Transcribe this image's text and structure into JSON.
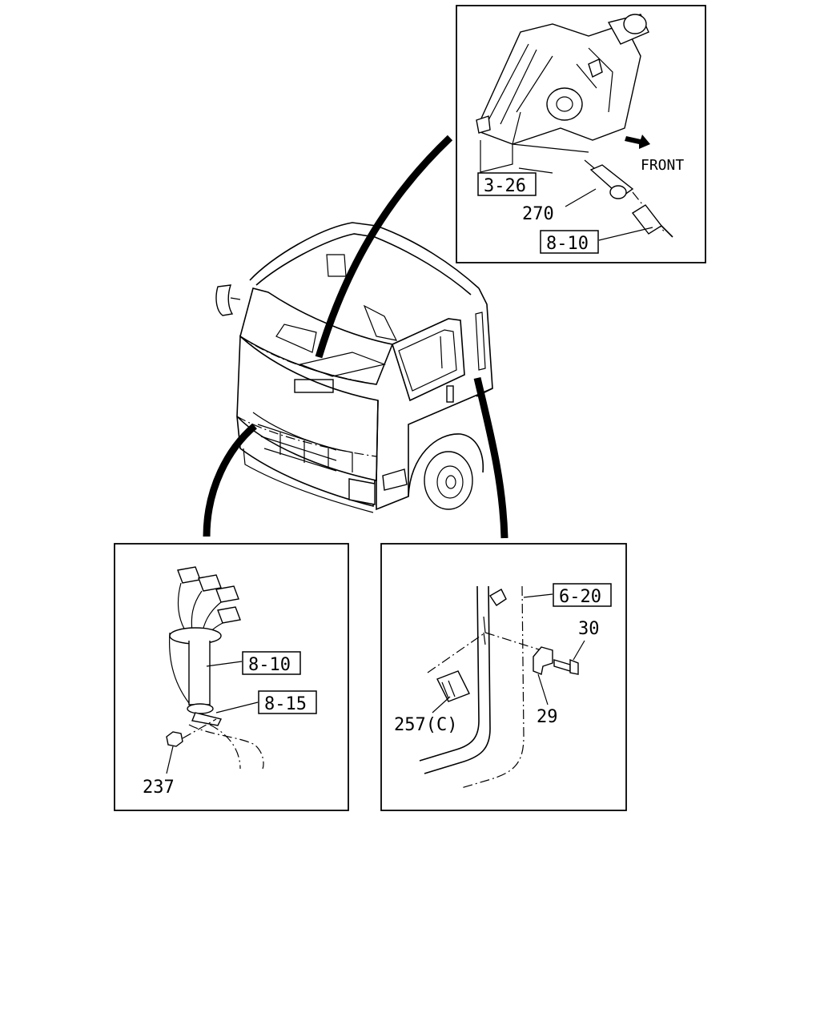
{
  "callouts": {
    "top": {
      "ref_a": "3-26",
      "part_a": "270",
      "ref_b": "8-10",
      "direction": "FRONT"
    },
    "bottom_left": {
      "ref_a": "8-10",
      "ref_b": "8-15",
      "part_a": "237"
    },
    "bottom_right": {
      "ref_a": "6-20",
      "part_a": "30",
      "part_b": "29",
      "part_c": "257(C)"
    }
  },
  "icons": {
    "direction_arrow": "arrow-right-down-icon"
  }
}
